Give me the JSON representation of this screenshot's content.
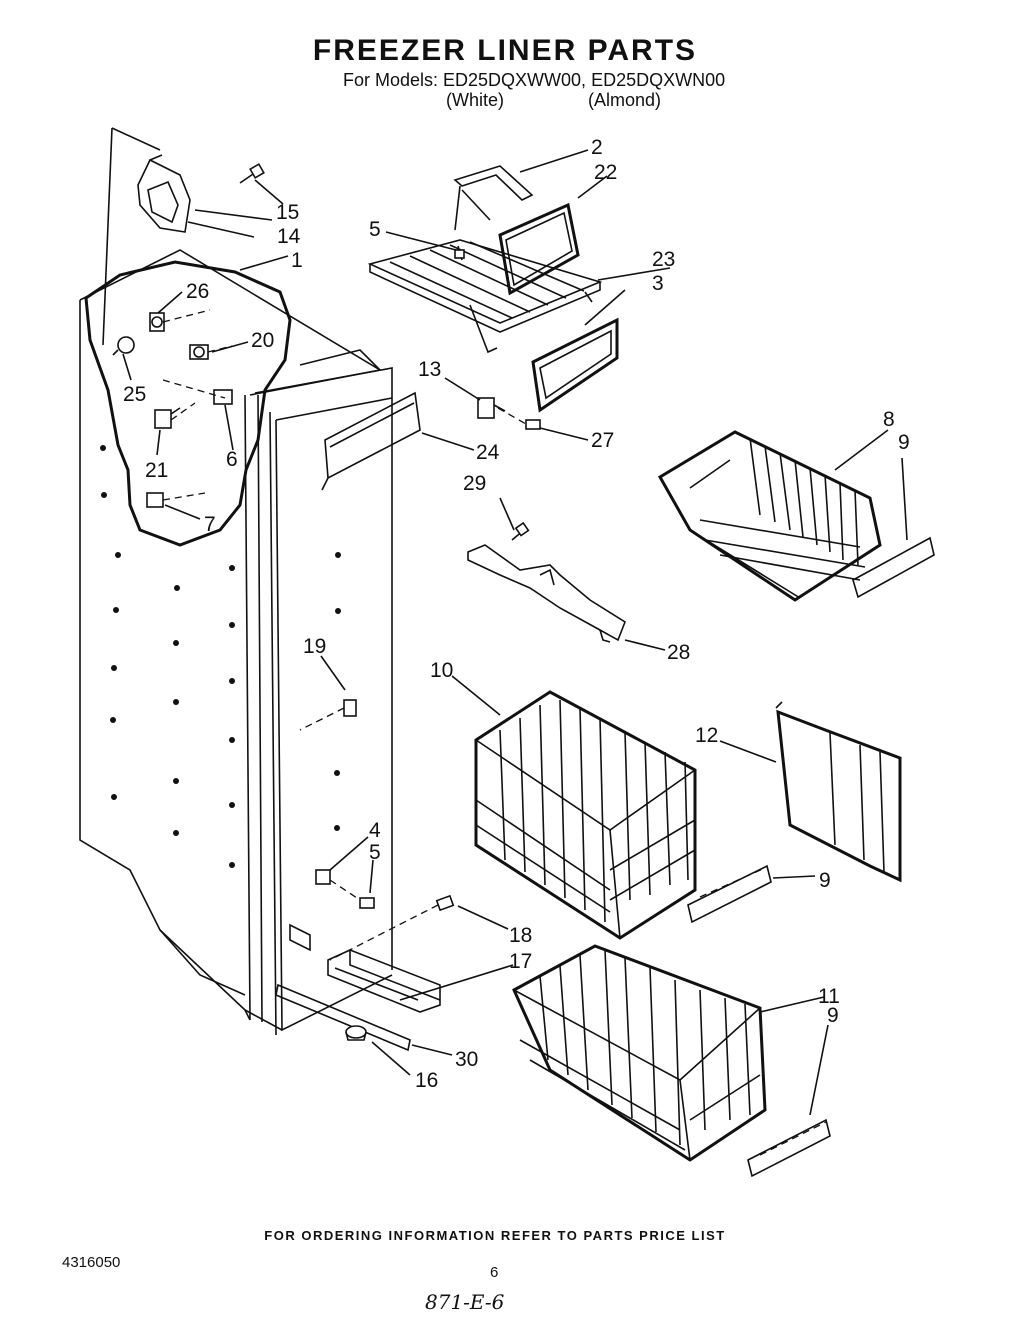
{
  "title": "FREEZER LINER PARTS",
  "models_line": "For Models: ED25DQXWW00, ED25DQXWN00",
  "variant_white": "(White)",
  "variant_almond": "(Almond)",
  "callouts": {
    "c1": "1",
    "c2": "2",
    "c3": "3",
    "c4": "4",
    "c5a": "5",
    "c5b": "5",
    "c6": "6",
    "c7": "7",
    "c8": "8",
    "c9a": "9",
    "c9b": "9",
    "c9c": "9",
    "c10": "10",
    "c11": "11",
    "c12": "12",
    "c13": "13",
    "c14": "14",
    "c15": "15",
    "c16": "16",
    "c17": "17",
    "c18": "18",
    "c19": "19",
    "c20": "20",
    "c21": "21",
    "c22": "22",
    "c23": "23",
    "c24": "24",
    "c25": "25",
    "c26": "26",
    "c27": "27",
    "c28": "28",
    "c29": "29",
    "c30": "30"
  },
  "footer_note": "FOR ORDERING INFORMATION REFER TO PARTS PRICE LIST",
  "doc_number": "4316050",
  "page_number": "6",
  "handwritten_code": "871-E-6"
}
